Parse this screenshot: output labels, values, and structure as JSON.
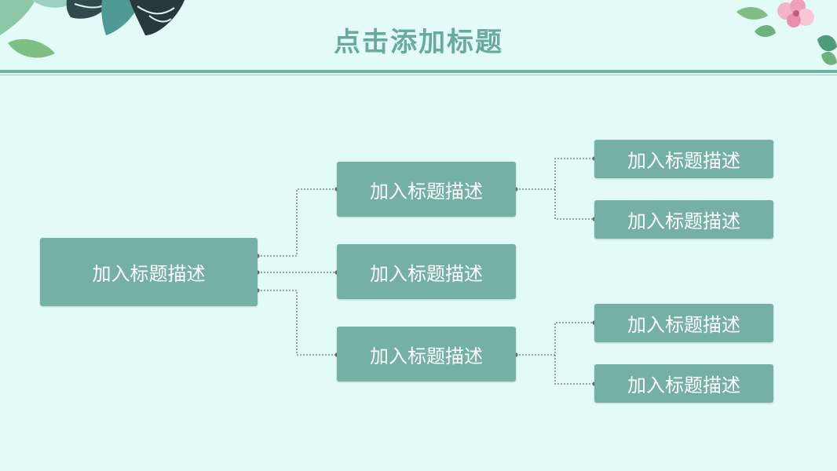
{
  "slide": {
    "title": "点击添加标题"
  },
  "diagram": {
    "root": {
      "label": "加入标题描述"
    },
    "branches": [
      {
        "label": "加入标题描述",
        "children": [
          {
            "label": "加入标题描述"
          },
          {
            "label": "加入标题描述"
          }
        ]
      },
      {
        "label": "加入标题描述",
        "children": []
      },
      {
        "label": "加入标题描述",
        "children": [
          {
            "label": "加入标题描述"
          },
          {
            "label": "加入标题描述"
          }
        ]
      }
    ]
  },
  "colors": {
    "background": "#e3fbf6",
    "node_fill": "#74b0a4",
    "title_text": "#6aa99e",
    "connector": "#6f6f6f"
  },
  "icons": [
    "leaf-decoration-icon",
    "flower-decoration-icon"
  ]
}
